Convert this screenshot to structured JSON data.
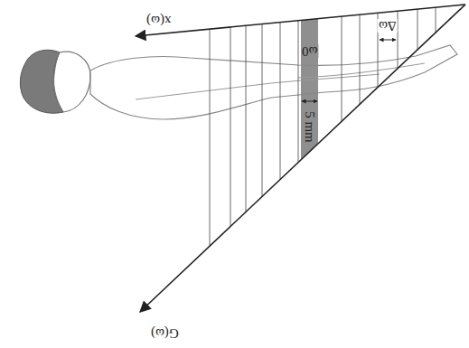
{
  "diagram": {
    "labels": [
      "G(ω)",
      "x(ω)",
      "ω0",
      "5 mm",
      "Δω"
    ]
  }
}
